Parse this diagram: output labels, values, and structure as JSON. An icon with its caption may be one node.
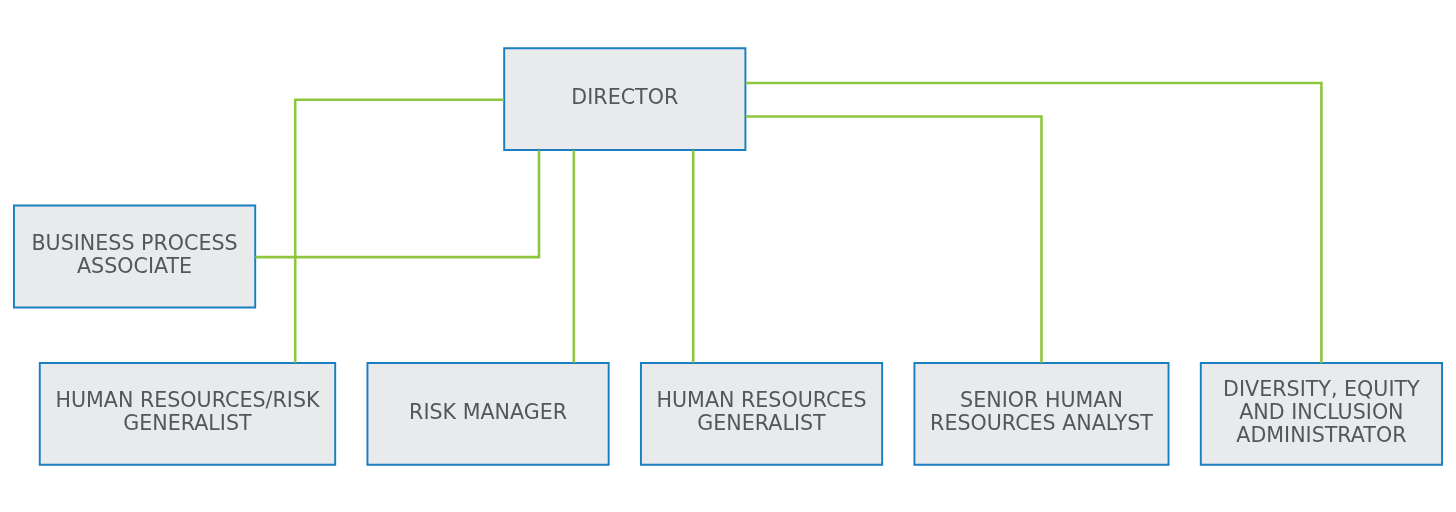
{
  "diagram": {
    "nodes": [
      {
        "text": [
          "DIRECTOR"
        ]
      },
      {
        "text": [
          "BUSINESS PROCESS ASSOCIATE"
        ]
      },
      {
        "text": [
          "HUMAN RESOURCES/RISK GENERALIST"
        ]
      },
      {
        "text": [
          "RISK MANAGER"
        ]
      },
      {
        "text": [
          "HUMAN RESOURCES GENERALIST"
        ]
      },
      {
        "text": [
          "SENIOR HUMAN RESOURCES ANALYST"
        ]
      },
      {
        "text": [
          "DIVERSITY, EQUITY AND INCLUSION ADMINISTRATOR"
        ]
      }
    ],
    "edges": [
      {
        "from": 0,
        "to": 1,
        "arrow": "none"
      },
      {
        "from": 0,
        "to": 2,
        "arrow": "none"
      },
      {
        "from": 0,
        "to": 3,
        "arrow": "none"
      },
      {
        "from": 0,
        "to": 4,
        "arrow": "none"
      },
      {
        "from": 0,
        "to": 5,
        "arrow": "none"
      },
      {
        "from": 0,
        "to": 6,
        "arrow": "none"
      }
    ]
  }
}
